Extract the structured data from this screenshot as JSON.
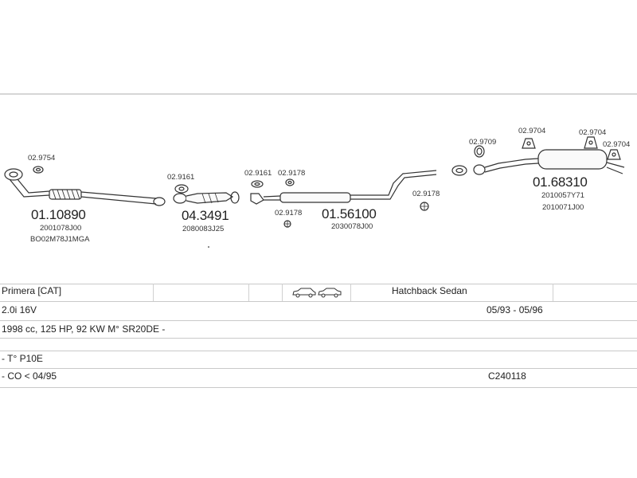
{
  "colors": {
    "background": "#ffffff",
    "line": "#333333",
    "rule": "#c9c9c9",
    "text": "#222222"
  },
  "parts": {
    "p1": {
      "number": "01.10890",
      "oe": [
        "2001078J00",
        "BO02M78J1MGA"
      ]
    },
    "p1g": {
      "number": "02.9754"
    },
    "p2": {
      "number": "04.3491",
      "oe": [
        "2080083J25"
      ]
    },
    "p2g": {
      "number": "02.9161"
    },
    "p3": {
      "number": "01.56100",
      "oe": [
        "2030078J00"
      ]
    },
    "p3g1": {
      "number": "02.9161"
    },
    "p3g2": {
      "number": "02.9178"
    },
    "p3g3": {
      "number": "02.9178"
    },
    "p4g": {
      "number": "02.9178"
    },
    "p5g": {
      "number": "02.9709"
    },
    "p6": {
      "number": "01.68310",
      "oe": [
        "2010057Y71",
        "2010071J00"
      ]
    },
    "p6g1": {
      "number": "02.9704"
    },
    "p6g2": {
      "number": "02.9704"
    },
    "p6g3": {
      "number": "02.9704"
    }
  },
  "vehicle": {
    "model": "Primera  [CAT]",
    "body_icons": "car-hatchback-icon car-sedan-icon",
    "body": "Hatchback Sedan",
    "engine": "2.0i 16V",
    "years": "05/93 - 05/96",
    "spec": "1998 cc, 125 HP, 92 KW M° SR20DE -",
    "type": "- T° P10E",
    "emission": "- CO < 04/95",
    "code": "C240118"
  }
}
